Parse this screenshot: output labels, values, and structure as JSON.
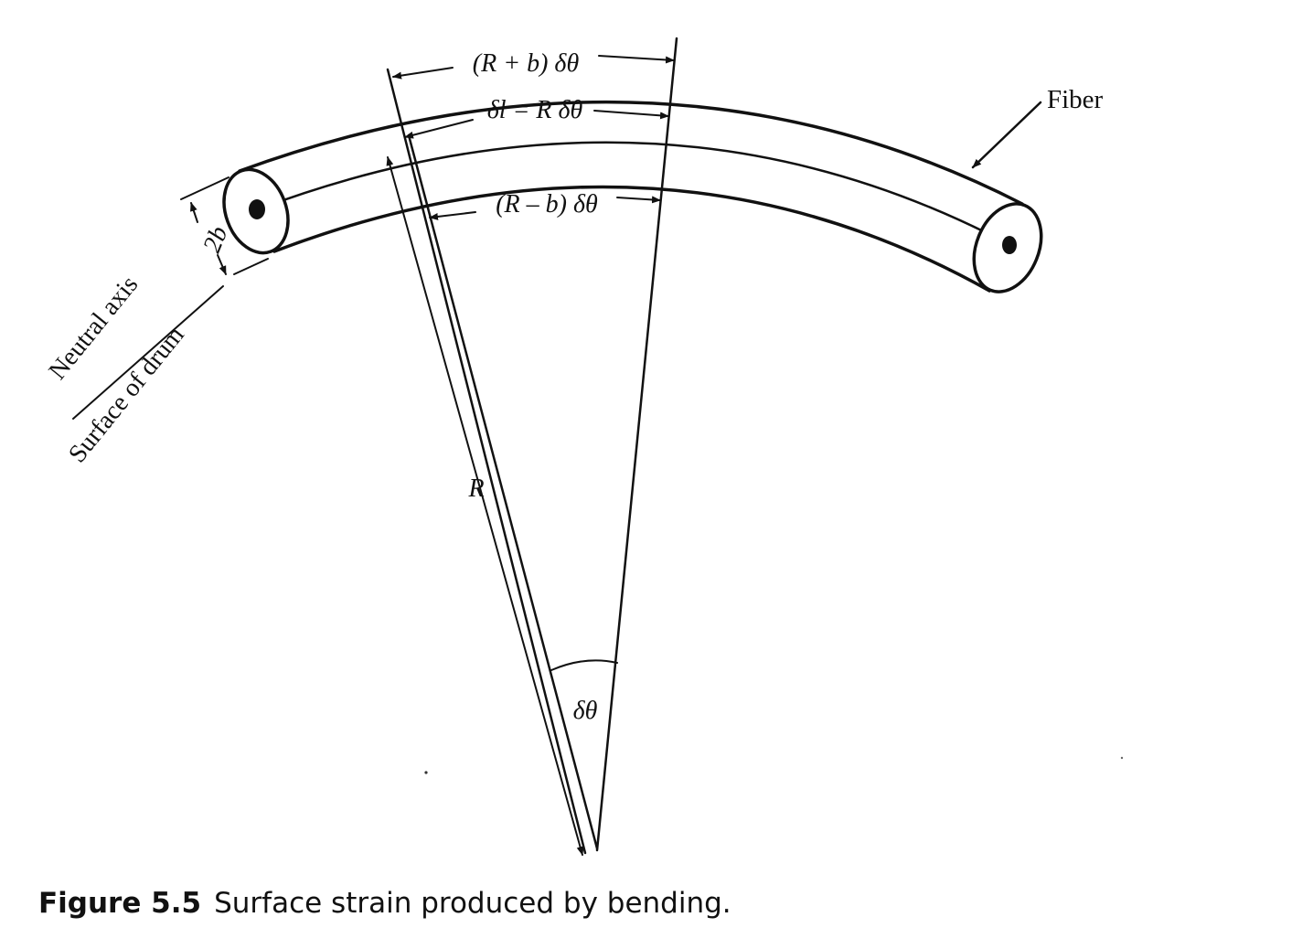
{
  "labels": {
    "top_arc": "(R + b) δθ",
    "mid_arc": "δl = R δθ",
    "bottom_arc": "(R – b) δθ",
    "fiber": "Fiber",
    "diameter": "2b",
    "neutral_axis": "Neutral axis",
    "surface_of_drum": "Surface of drum",
    "radius": "R",
    "angle": "δθ"
  },
  "caption": {
    "number": "Figure 5.5",
    "text": "Surface strain produced by bending."
  },
  "colors": {
    "ink": "#111111",
    "background": "#ffffff"
  }
}
